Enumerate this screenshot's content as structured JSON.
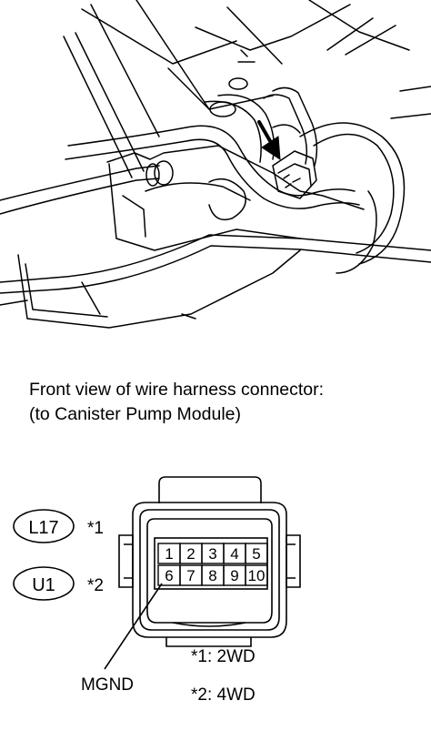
{
  "caption": {
    "line1": "Front view of wire harness connector:",
    "line2": "(to Canister Pump Module)"
  },
  "connector": {
    "codes": [
      {
        "code": "L17",
        "note": "*1"
      },
      {
        "code": "U1",
        "note": "*2"
      }
    ],
    "pins": [
      "1",
      "2",
      "3",
      "4",
      "5",
      "6",
      "7",
      "8",
      "9",
      "10"
    ],
    "pin_label": "MGND",
    "legend": [
      "*1: 2WD",
      "*2: 4WD"
    ]
  }
}
